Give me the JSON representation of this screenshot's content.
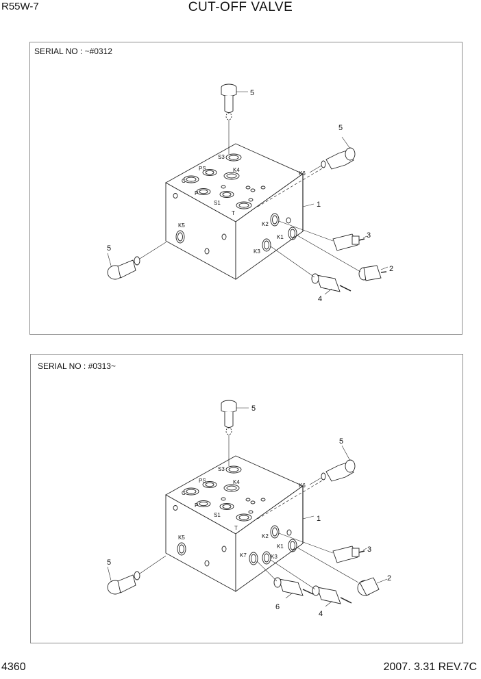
{
  "header": {
    "model": "R55W-7",
    "title": "CUT-OFF VALVE"
  },
  "footer": {
    "page_number": "4360",
    "date_rev": "2007. 3.31  REV.7C"
  },
  "diagram_top": {
    "serial_text": "SERIAL NO :  ~#0312",
    "callouts": {
      "block": "1",
      "cartridge_2": "2",
      "cartridge_3": "3",
      "cartridge_4": "4",
      "plug_top": "5",
      "plug_right": "5",
      "plug_left": "5"
    },
    "ports": {
      "S3": "S3",
      "PS": "PS",
      "K4": "K4",
      "C": "C",
      "P": "P",
      "S1": "S1",
      "T": "T",
      "K6": "K6",
      "K5": "K5",
      "K2": "K2",
      "K1": "K1",
      "K3": "K3"
    }
  },
  "diagram_bottom": {
    "serial_text": "SERIAL NO :  #0313~",
    "callouts": {
      "block": "1",
      "plug_2": "2",
      "cartridge_3": "3",
      "cartridge_4": "4",
      "plug_top": "5",
      "plug_right": "5",
      "plug_left": "5",
      "cartridge_6": "6"
    },
    "ports": {
      "S3": "S3",
      "PS": "PS",
      "K4": "K4",
      "C": "C",
      "P": "P",
      "S1": "S1",
      "T": "T",
      "K6": "K6",
      "K5": "K5",
      "K2": "K2",
      "K1": "K1",
      "K3": "K3",
      "K7": "K7"
    }
  }
}
